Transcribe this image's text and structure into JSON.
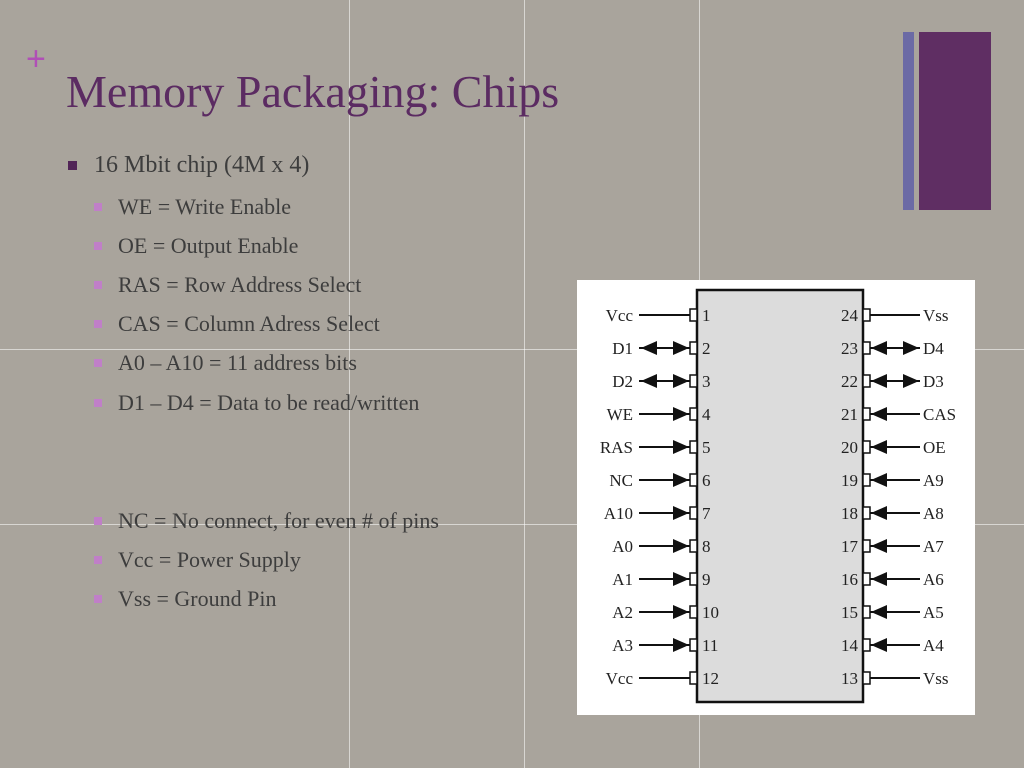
{
  "slide": {
    "title": "Memory Packaging: Chips",
    "bullet": "16 Mbit chip (4M x 4)",
    "sub_bullets_1": [
      "WE = Write Enable",
      "OE = Output Enable",
      "RAS = Row Address Select",
      "CAS = Column Adress Select",
      "A0 – A10 = 11 address bits",
      "D1 – D4 = Data to be read/written"
    ],
    "sub_bullets_2": [
      "NC = No connect, for even # of pins",
      "Vcc = Power Supply",
      "Vss = Ground Pin"
    ]
  },
  "chip": {
    "left_pins": [
      {
        "num": "1",
        "label": "Vcc",
        "dir": "none"
      },
      {
        "num": "2",
        "label": "D1",
        "dir": "bi"
      },
      {
        "num": "3",
        "label": "D2",
        "dir": "bi"
      },
      {
        "num": "4",
        "label": "WE",
        "dir": "in"
      },
      {
        "num": "5",
        "label": "RAS",
        "dir": "in"
      },
      {
        "num": "6",
        "label": "NC",
        "dir": "in"
      },
      {
        "num": "7",
        "label": "A10",
        "dir": "in"
      },
      {
        "num": "8",
        "label": "A0",
        "dir": "in"
      },
      {
        "num": "9",
        "label": "A1",
        "dir": "in"
      },
      {
        "num": "10",
        "label": "A2",
        "dir": "in"
      },
      {
        "num": "11",
        "label": "A3",
        "dir": "in"
      },
      {
        "num": "12",
        "label": "Vcc",
        "dir": "none"
      }
    ],
    "right_pins": [
      {
        "num": "24",
        "label": "Vss",
        "dir": "none"
      },
      {
        "num": "23",
        "label": "D4",
        "dir": "bi"
      },
      {
        "num": "22",
        "label": "D3",
        "dir": "bi"
      },
      {
        "num": "21",
        "label": "CAS",
        "dir": "in"
      },
      {
        "num": "20",
        "label": "OE",
        "dir": "in"
      },
      {
        "num": "19",
        "label": "A9",
        "dir": "in"
      },
      {
        "num": "18",
        "label": "A8",
        "dir": "in"
      },
      {
        "num": "17",
        "label": "A7",
        "dir": "in"
      },
      {
        "num": "16",
        "label": "A6",
        "dir": "in"
      },
      {
        "num": "15",
        "label": "A5",
        "dir": "in"
      },
      {
        "num": "14",
        "label": "A4",
        "dir": "in"
      },
      {
        "num": "13",
        "label": "Vss",
        "dir": "none"
      }
    ]
  },
  "colors": {
    "background": "#a9a49c",
    "title": "#5b2b62",
    "plus": "#b04fb6",
    "accent_thin": "#6b6aa5",
    "accent_thick": "#5f2e63",
    "bullet_main": "#512457",
    "bullet_sub": "#c07fc8",
    "chip_body": "#dcdcdc"
  }
}
